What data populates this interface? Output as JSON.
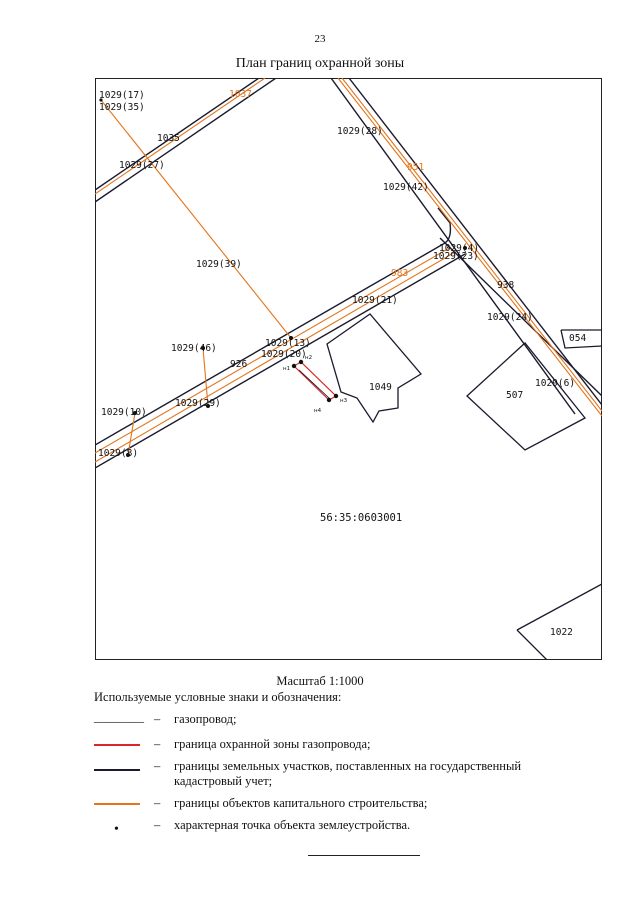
{
  "page_number": "23",
  "title": "План границ охранной зоны",
  "map": {
    "parcel_labels": [
      "1029(17)",
      "1029(35)",
      "1035",
      "1029(27)",
      "1029(28)",
      "1029(42)",
      "1029(4)",
      "1029(23)",
      "1029(39)",
      "1029(21)",
      "938",
      "1029(24)",
      "1029(46)",
      "1029(13)",
      "1029(20)",
      "926",
      "1029(29)",
      "1029(10)",
      "1029(8)",
      "1049",
      "507",
      "1029(6)",
      "054",
      "1022"
    ],
    "orange_labels": [
      "1037",
      "951",
      "983"
    ],
    "quarter_label": "56:35:0603001",
    "point_labels": [
      "н1",
      "н2",
      "н3",
      "н4"
    ]
  },
  "scale": "Масштаб 1:1000",
  "legend": {
    "intro": "Используемые условные знаки и обозначения:",
    "dash": "–",
    "items": [
      {
        "sample": "________",
        "description": "газопровод;"
      },
      {
        "color": "#d8282a",
        "description": "граница охранной зоны газопровода;"
      },
      {
        "color": "#1a1a2e",
        "description": "границы земельных участков, поставленных на государственный кадастровый учет;"
      },
      {
        "color": "#e2751d",
        "description": "границы объектов капитального строительства;"
      },
      {
        "sample": "•",
        "description": "характерная точка объекта землеустройства."
      }
    ]
  }
}
